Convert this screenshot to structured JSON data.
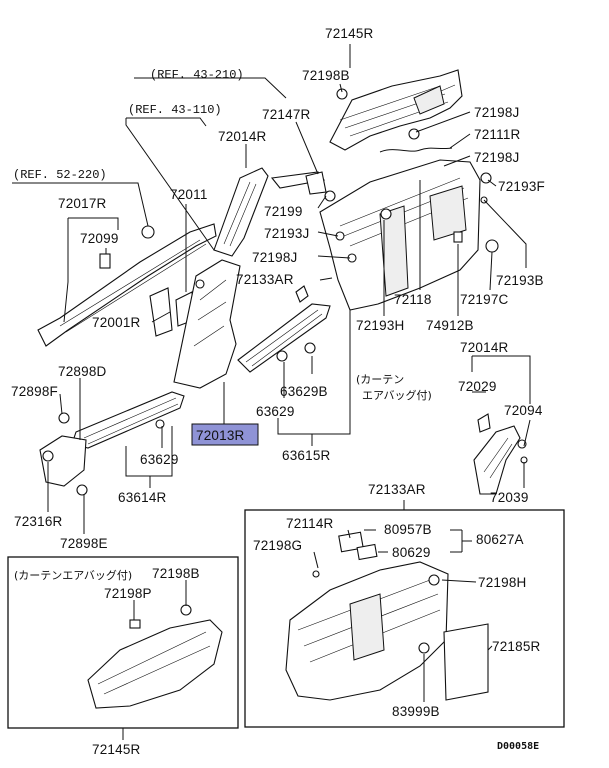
{
  "labels": {
    "l72145R_top": "72145R",
    "l72198B_top": "72198B",
    "ref43_210": "(REF. 43-210)",
    "ref43_110": "(REF. 43-110)",
    "ref52_220": "(REF. 52-220)",
    "l72147R": "72147R",
    "l72198J_a": "72198J",
    "l72014R_top": "72014R",
    "l72111R": "72111R",
    "l72198J_b": "72198J",
    "l72193F": "72193F",
    "l72017R": "72017R",
    "l72011": "72011",
    "l72199": "72199",
    "l72099": "72099",
    "l72193J": "72193J",
    "l72198J_c": "72198J",
    "l72193B": "72193B",
    "l72133AR_top": "72133AR",
    "l72118": "72118",
    "l72197C": "72197C",
    "l72001R": "72001R",
    "l72193H": "72193H",
    "l74912B": "74912B",
    "l72014R_right": "72014R",
    "l72898D": "72898D",
    "l63629B": "63629B",
    "jp_curtain1_line1": "(カーテン",
    "jp_curtain1_line2": "エアバッグ付)",
    "l72029": "72029",
    "l72898F": "72898F",
    "l63629_a": "63629",
    "l72094": "72094",
    "l72013R": "72013R",
    "l63629_b": "63629",
    "l63615R": "63615R",
    "l63614R": "63614R",
    "l72039": "72039",
    "l72133AR_mid": "72133AR",
    "l72316R": "72316R",
    "l72898E": "72898E",
    "l72114R": "72114R",
    "l80957B": "80957B",
    "l80627A": "80627A",
    "l72198G": "72198G",
    "l80629": "80629",
    "jp_curtain2": "(カーテンエアバッグ付)",
    "l72198B_box": "72198B",
    "l72198P": "72198P",
    "l72198H": "72198H",
    "l72185R": "72185R",
    "l83999B": "83999B",
    "l72145R_bottom": "72145R",
    "diagram_code": "D00058E"
  },
  "colors": {
    "highlight": "#8f93d6",
    "line": "#111111",
    "background": "#ffffff"
  }
}
